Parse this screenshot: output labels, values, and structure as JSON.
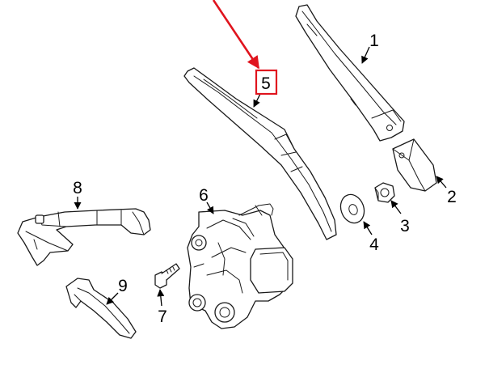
{
  "diagram": {
    "callouts": [
      {
        "id": "1",
        "label": "1"
      },
      {
        "id": "2",
        "label": "2"
      },
      {
        "id": "3",
        "label": "3"
      },
      {
        "id": "4",
        "label": "4"
      },
      {
        "id": "5",
        "label": "5",
        "highlighted": true
      },
      {
        "id": "6",
        "label": "6"
      },
      {
        "id": "7",
        "label": "7"
      },
      {
        "id": "8",
        "label": "8"
      },
      {
        "id": "9",
        "label": "9"
      }
    ],
    "highlight_color": "#e0141e",
    "line_color": "#1a1a1a"
  }
}
